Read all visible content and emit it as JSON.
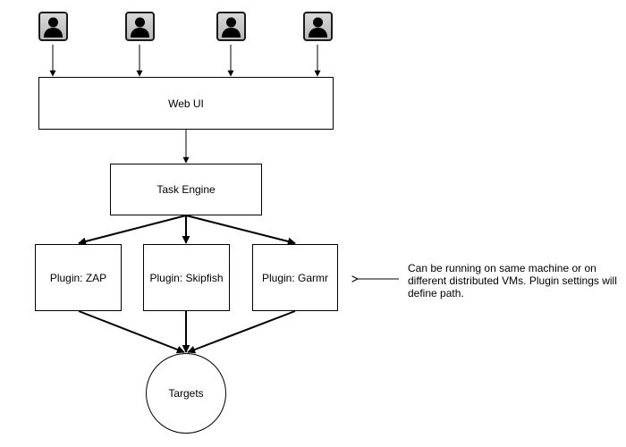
{
  "diagram": {
    "users": [
      {
        "icon": "user-icon"
      },
      {
        "icon": "user-icon"
      },
      {
        "icon": "user-icon"
      },
      {
        "icon": "user-icon"
      }
    ],
    "nodes": {
      "web_ui": "Web UI",
      "task_engine": "Task Engine",
      "plugin_zap": "Plugin: ZAP",
      "plugin_skipfish": "Plugin: Skipfish",
      "plugin_garmr": "Plugin: Garmr",
      "targets": "Targets"
    },
    "note": "Can be running on same machine or on different distributed VMs. Plugin settings will define path.",
    "edges": [
      {
        "from": "user-1",
        "to": "web_ui"
      },
      {
        "from": "user-2",
        "to": "web_ui"
      },
      {
        "from": "user-3",
        "to": "web_ui"
      },
      {
        "from": "user-4",
        "to": "web_ui"
      },
      {
        "from": "web_ui",
        "to": "task_engine"
      },
      {
        "from": "task_engine",
        "to": "plugin_zap"
      },
      {
        "from": "task_engine",
        "to": "plugin_skipfish"
      },
      {
        "from": "task_engine",
        "to": "plugin_garmr"
      },
      {
        "from": "plugin_zap",
        "to": "targets"
      },
      {
        "from": "plugin_skipfish",
        "to": "targets"
      },
      {
        "from": "plugin_garmr",
        "to": "targets"
      },
      {
        "from": "note",
        "to": "plugin_garmr"
      }
    ]
  }
}
